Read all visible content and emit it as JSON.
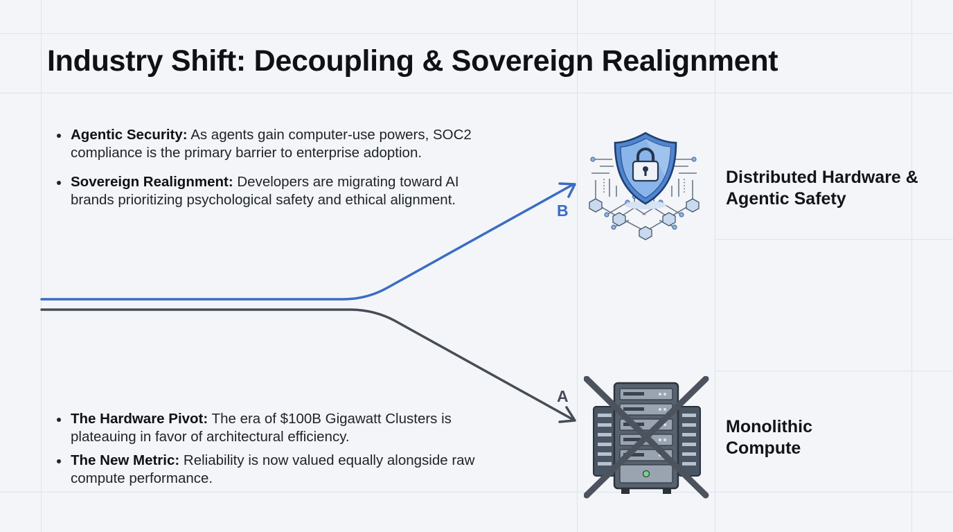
{
  "slide": {
    "title": "Industry Shift: Decoupling & Sovereign Realignment"
  },
  "top_points": [
    {
      "term": "Agentic Security:",
      "text": "As agents gain computer-use powers, SOC2 compliance is the primary barrier to enterprise adoption."
    },
    {
      "term": "Sovereign Realignment:",
      "text": "Developers are migrating toward AI brands prioritizing psychological safety and ethical alignment."
    }
  ],
  "bottom_points": [
    {
      "term": "The Hardware Pivot:",
      "text": "The era of $100B Gigawatt Clusters is plateauing in favor of architectural efficiency."
    },
    {
      "term": "The New Metric:",
      "text": "Reliability is now valued equally alongside raw compute performance."
    }
  ],
  "branches": {
    "b": {
      "letter": "B",
      "color": "#3b6cc4",
      "target": "Distributed Hardware & Agentic Safety",
      "icon": "security-shield-network-icon"
    },
    "a": {
      "letter": "A",
      "color": "#464c56",
      "target": "Monolithic Compute",
      "icon": "server-rack-crossed-icon"
    }
  }
}
